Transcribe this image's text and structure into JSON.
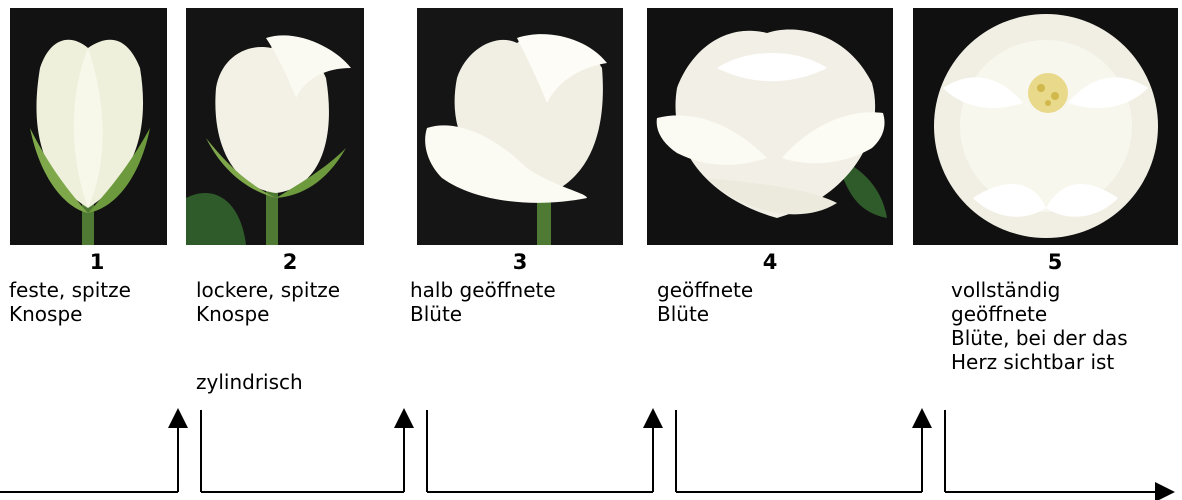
{
  "stages": [
    {
      "number": "1",
      "label": "feste, spitze\nKnospe",
      "note": ""
    },
    {
      "number": "2",
      "label": "lockere, spitze\nKnospe",
      "note": "zylindrisch"
    },
    {
      "number": "3",
      "label": "halb geöffnete\nBlüte",
      "note": ""
    },
    {
      "number": "4",
      "label": "geöffnete\nBlüte",
      "note": ""
    },
    {
      "number": "5",
      "label": "vollständig\ngeöffnete\nBlüte, bei der das\nHerz sichtbar ist",
      "note": ""
    }
  ],
  "colors": {
    "photo_background": "#121212",
    "petal": "#f3f1e6",
    "sepal": "#7fa84a",
    "leaf": "#2f5a2a"
  },
  "images": [
    "rose-bud-photo",
    "rose-loose-bud-photo",
    "rose-half-open-photo",
    "rose-open-photo",
    "rose-fully-open-photo"
  ]
}
